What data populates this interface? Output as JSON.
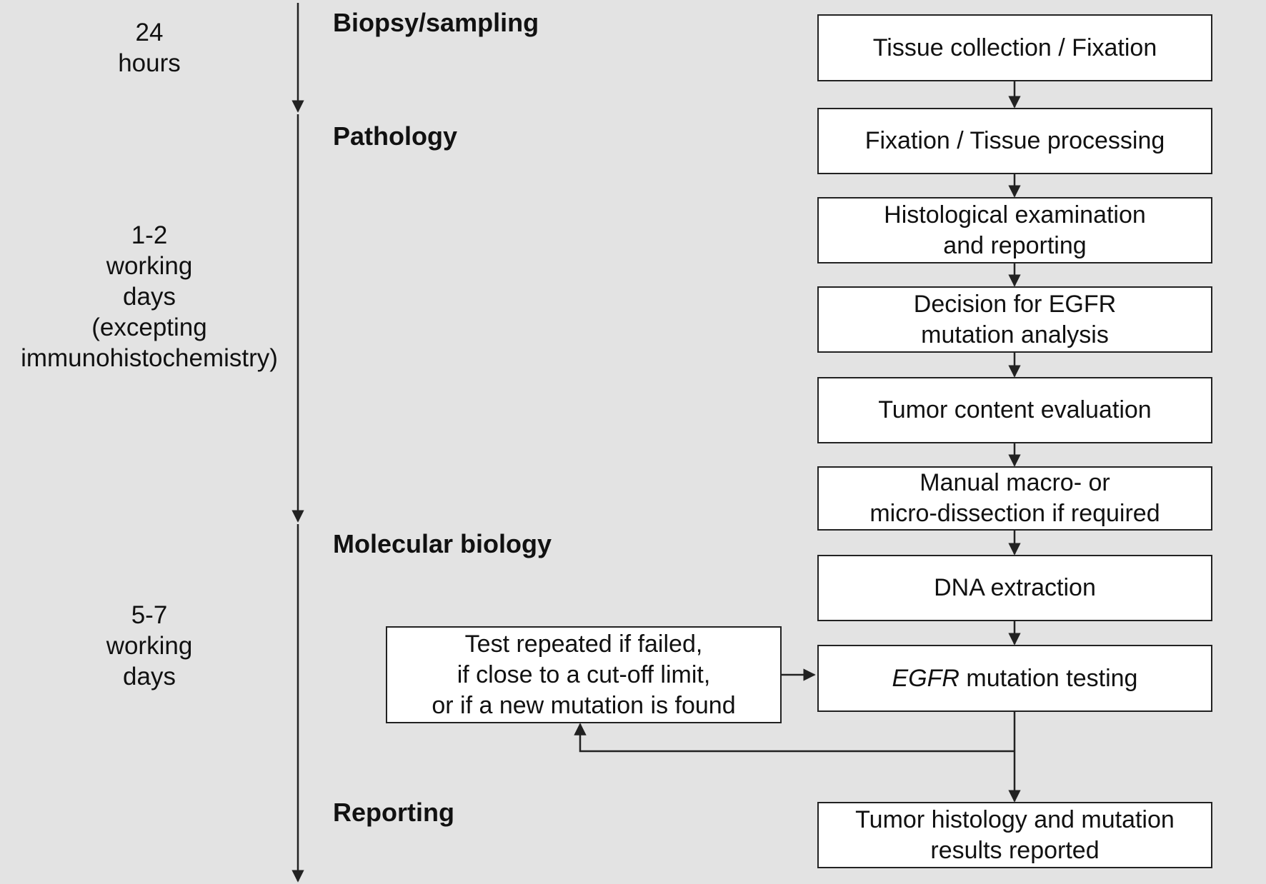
{
  "timeline": [
    {
      "id": "t1",
      "label": "24\nhours"
    },
    {
      "id": "t2",
      "label": "1-2\nworking\ndays\n(excepting\nimmunohistochemistry)"
    },
    {
      "id": "t3",
      "label": "5-7\nworking\ndays"
    }
  ],
  "phases": [
    "Biopsy/sampling",
    "Pathology",
    "Molecular biology",
    "Reporting"
  ],
  "steps": [
    {
      "id": "s1",
      "text": "Tissue collection / Fixation"
    },
    {
      "id": "s2",
      "text": "Fixation / Tissue processing"
    },
    {
      "id": "s3",
      "text": "Histological examination\nand reporting"
    },
    {
      "id": "s4",
      "text": "Decision for EGFR\nmutation analysis"
    },
    {
      "id": "s5",
      "text": "Tumor content evaluation"
    },
    {
      "id": "s6",
      "text": "Manual macro- or\nmicro-dissection if required"
    },
    {
      "id": "s7",
      "text": "DNA extraction"
    },
    {
      "id": "s8",
      "text_italic": "EGFR",
      "text": " mutation testing"
    },
    {
      "id": "s9",
      "text": "Tumor histology and mutation\nresults reported"
    }
  ],
  "repeat_box": {
    "text": "Test repeated if failed,\nif close to a cut-off limit,\nor if a new mutation is found"
  },
  "colors": {
    "background": "#e3e3e3",
    "box_fill": "#ffffff",
    "line": "#222222"
  }
}
